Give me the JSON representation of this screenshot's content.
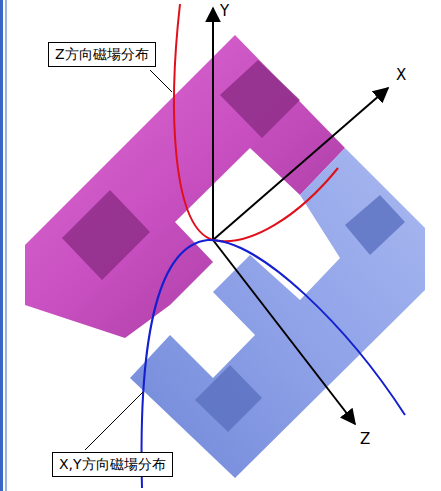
{
  "diagram": {
    "nodes": [
      {
        "text": [
          "Z方向磁場分布"
        ]
      },
      {
        "text": [
          "X,Y方向磁場分布"
        ]
      }
    ],
    "labels": [
      "Y",
      "X",
      "Z"
    ]
  }
}
